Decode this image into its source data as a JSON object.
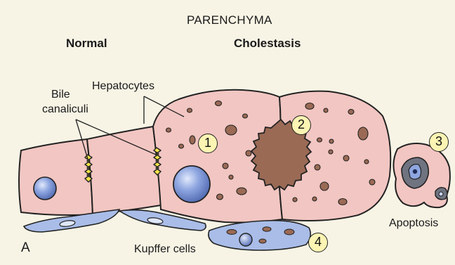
{
  "title": "PARENCHYMA",
  "panels": {
    "normal": "Normal",
    "cholestasis": "Cholestasis"
  },
  "labels": {
    "bile_line1": "Bile",
    "bile_line2": "canaliculi",
    "hepatocytes": "Hepatocytes",
    "kupffer": "Kupffer cells",
    "apoptosis": "Apoptosis",
    "panel_letter": "A"
  },
  "markers": [
    "1",
    "2",
    "3",
    "4"
  ],
  "colors": {
    "background": "#f7f4e5",
    "hepatocyte": "#f2c6c2",
    "nucleus": "#7f97d8",
    "bile_deposit": "#9a6a55",
    "bile_canaliculus": "#f4e24a",
    "kupffer_cell": "#a9bde8",
    "marker_fill": "#fbf4b3"
  }
}
